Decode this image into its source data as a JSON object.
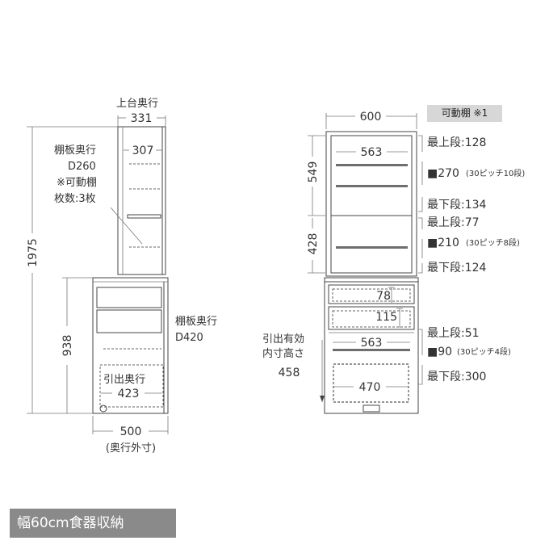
{
  "caption": "幅60cm食器収納",
  "side_view": {
    "top_depth_label": "上台奥行",
    "top_depth": "331",
    "inner_shelf_depth": "307",
    "shelf_depth_label": "棚板奥行",
    "shelf_depth": "D260",
    "movable_note": "※可動棚",
    "shelf_count": "枚数:3枚",
    "total_height": "1975",
    "lower_height": "938",
    "lower_shelf_label": "棚板奥行",
    "lower_shelf_depth": "D420",
    "drawer_depth_label": "引出奥行",
    "drawer_depth": "423",
    "outer_depth": "500",
    "outer_depth_label": "(奥行外寸)"
  },
  "front_view": {
    "width": "600",
    "tag": "可動棚 ※1",
    "upper_inner_width": "563",
    "upper_height": "549",
    "middle_height": "428",
    "upper_top": "最上段:128",
    "upper_range": "■270",
    "upper_pitch": "(30ピッチ10段)",
    "upper_bottom": "最下段:134",
    "mid_top": "最上段:77",
    "mid_range": "■210",
    "mid_pitch": "(30ピッチ8段)",
    "mid_bottom": "最下段:124",
    "drawer1_height": "78",
    "drawer2_height": "115",
    "effective_label_1": "引出有効",
    "effective_label_2": "内寸高さ",
    "effective_height": "458",
    "lower_inner_width": "563",
    "bottom_drawer_width": "470",
    "low_top": "最上段:51",
    "low_range": "■90",
    "low_pitch": "(30ピッチ4段)",
    "low_bottom": "最下段:300"
  },
  "colors": {
    "line": "#444444",
    "shelf": "#6e6e6e",
    "caption_bg": "#8a8a8a",
    "tag_bg": "#d7d7d7"
  }
}
